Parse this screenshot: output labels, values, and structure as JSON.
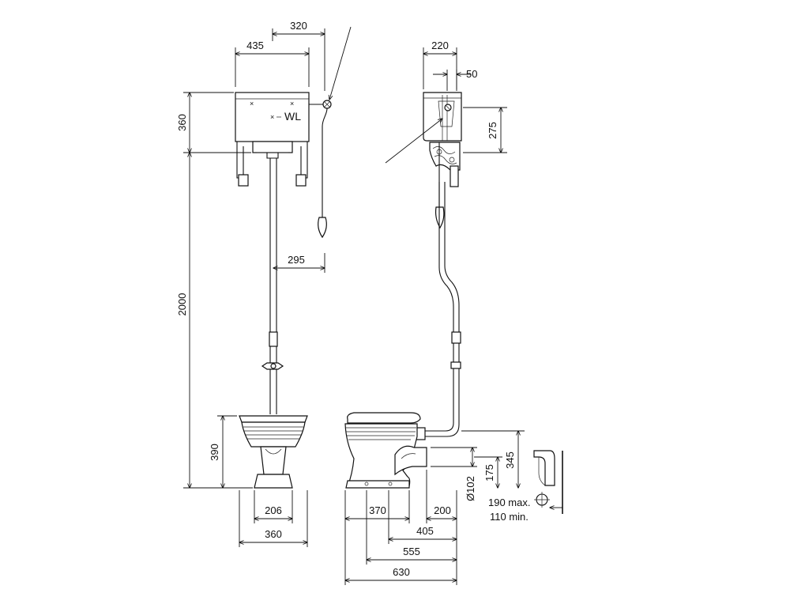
{
  "labels": {
    "water_level": "WL",
    "outlet_max": "190 max.",
    "outlet_min": "110 min."
  },
  "dimensions": {
    "front": {
      "cistern_offset": "320",
      "cistern_width": "435",
      "cistern_height": "360",
      "total_height": "2000",
      "pipe_offset": "295",
      "pan_height": "390",
      "pedestal_width": "206",
      "pan_width": "360"
    },
    "side": {
      "cistern_depth": "220",
      "cistern_offset": "50",
      "water_level_height": "275",
      "outlet_height": "345",
      "trap_height": "175",
      "outlet_diameter": "Ø102",
      "outlet_projection": "200",
      "pan_depth_inner": "370",
      "floor_to_outlet": "405",
      "pan_depth": "555",
      "total_depth": "630"
    }
  }
}
